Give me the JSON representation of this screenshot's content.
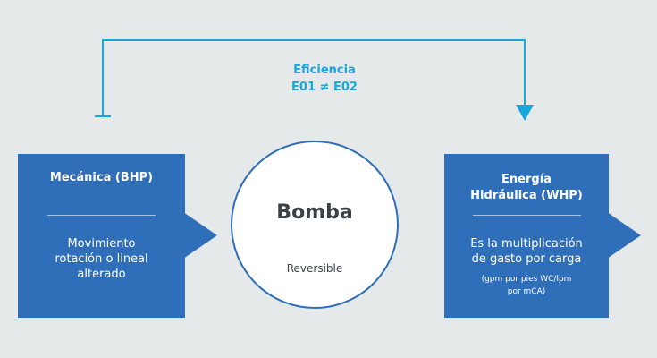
{
  "colors": {
    "background": "#e6e9ea",
    "box": "#2f6eb8",
    "accent": "#16a8dc",
    "pump_text": "#3a4147"
  },
  "efficiency": {
    "title": "Eficiencia",
    "formula": "E01 ≠ E02"
  },
  "left_box": {
    "title": "Mecánica (BHP)",
    "lines": [
      "Movimiento",
      "rotación o lineal",
      "alterado"
    ]
  },
  "pump": {
    "title": "Bomba",
    "subtitle": "Reversible"
  },
  "right_box": {
    "title_lines": [
      "Energía",
      "Hidráulica (WHP)"
    ],
    "lines": [
      "Es la multiplicación",
      "de gasto por carga"
    ],
    "note_lines": [
      "(gpm por pies WC/lpm",
      "por mCA)"
    ]
  }
}
